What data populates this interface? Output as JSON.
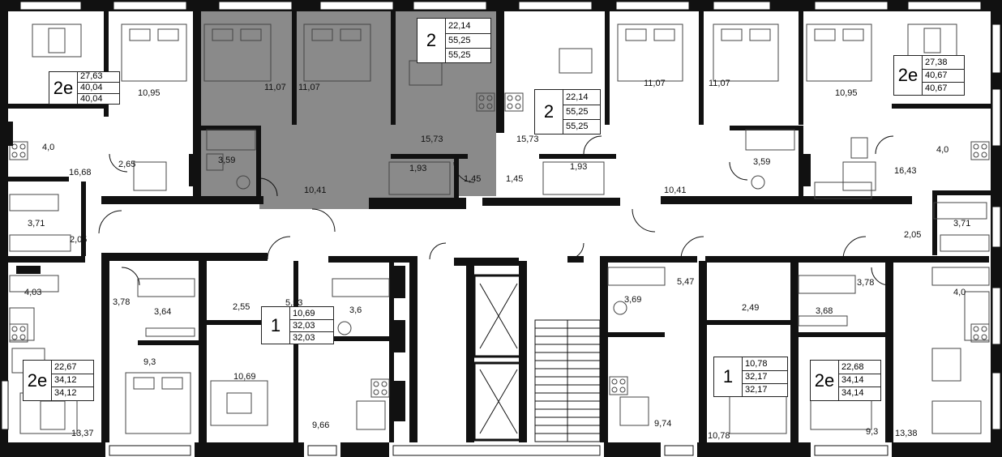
{
  "colors": {
    "wall": "#111111",
    "highlight": "#8a8a8a",
    "furniture": "#444444",
    "background": "#ffffff"
  },
  "apartments": [
    {
      "type": "2е",
      "values": [
        "27,63",
        "40,04",
        "40,04"
      ]
    },
    {
      "type": "2",
      "values": [
        "22,14",
        "55,25",
        "55,25"
      ]
    },
    {
      "type": "2",
      "values": [
        "22,14",
        "55,25",
        "55,25"
      ]
    },
    {
      "type": "2е",
      "values": [
        "27,38",
        "40,67",
        "40,67"
      ]
    },
    {
      "type": "1",
      "values": [
        "10,69",
        "32,03",
        "32,03"
      ]
    },
    {
      "type": "2е",
      "values": [
        "22,67",
        "34,12",
        "34,12"
      ]
    },
    {
      "type": "1",
      "values": [
        "10,78",
        "32,17",
        "32,17"
      ]
    },
    {
      "type": "2е",
      "values": [
        "22,68",
        "34,14",
        "34,14"
      ]
    }
  ],
  "room_areas": [
    "10,95",
    "4,0",
    "16,68",
    "2,65",
    "3,71",
    "2,05",
    "11,07",
    "11,07",
    "3,59",
    "10,41",
    "15,73",
    "1,93",
    "1,45",
    "15,73",
    "1,45",
    "1,93",
    "11,07",
    "11,07",
    "10,41",
    "3,59",
    "10,95",
    "4,0",
    "16,43",
    "2,05",
    "3,71",
    "4,03",
    "3,78",
    "3,64",
    "9,3",
    "13,37",
    "2,55",
    "5,53",
    "10,69",
    "3,6",
    "9,66",
    "5,47",
    "3,69",
    "9,74",
    "2,49",
    "10,78",
    "3,78",
    "3,68",
    "4,0",
    "9,3",
    "13,38"
  ]
}
